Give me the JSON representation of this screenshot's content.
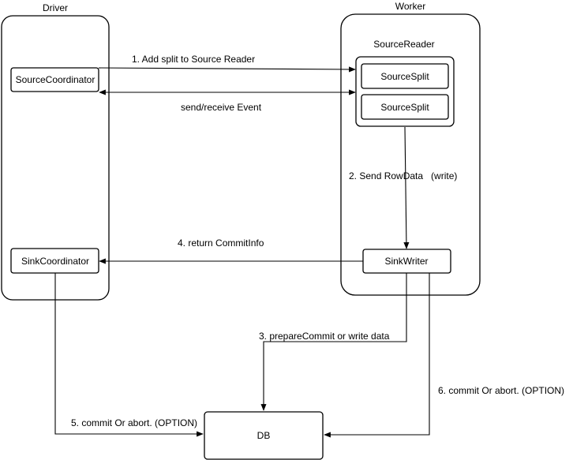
{
  "containers": {
    "driver": "Driver",
    "worker": "Worker",
    "source_reader": "SourceReader"
  },
  "nodes": {
    "source_coordinator": "SourceCoordinator",
    "sink_coordinator": "SinkCoordinator",
    "source_split_1": "SourceSplit",
    "source_split_2": "SourceSplit",
    "sink_writer": "SinkWriter",
    "db": "DB"
  },
  "edges": {
    "add_split": "1. Add split to Source Reader",
    "send_receive_event": "send/receive Event",
    "send_rowdata": "2. Send RowData   (write)",
    "prepare_commit": "3. prepareCommit or write data",
    "return_commitinfo": "4. return CommitInfo",
    "commit_or_abort_5": "5. commit Or abort. (OPTION)",
    "commit_or_abort_6": "6. commit Or abort. (OPTION)"
  }
}
